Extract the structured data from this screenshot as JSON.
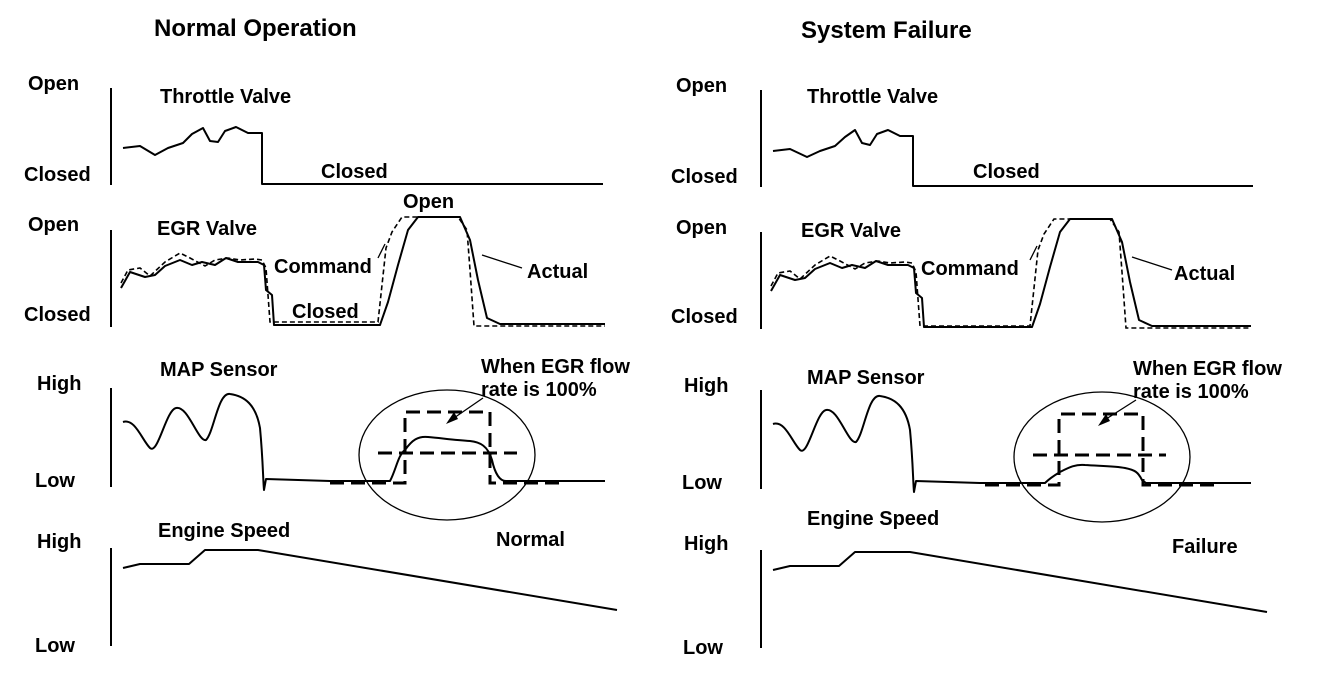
{
  "panels": [
    {
      "title": "Normal Operation",
      "rows": {
        "throttle": {
          "label": "Throttle Valve",
          "top": "Open",
          "bottom": "Closed",
          "note": "Closed"
        },
        "egr": {
          "label": "EGR Valve",
          "top": "Open",
          "bottom": "Closed",
          "open_note": "Open",
          "closed_note": "Closed",
          "command": "Command",
          "actual": "Actual"
        },
        "map": {
          "label": "MAP Sensor",
          "top": "High",
          "bottom": "Low",
          "callout": "When EGR flow",
          "callout2": "rate is 100%",
          "status": "Normal"
        },
        "speed": {
          "label": "Engine Speed",
          "top": "High",
          "bottom": "Low"
        }
      }
    },
    {
      "title": "System Failure",
      "rows": {
        "throttle": {
          "label": "Throttle Valve",
          "top": "Open",
          "bottom": "Closed",
          "note": "Closed"
        },
        "egr": {
          "label": "EGR Valve",
          "top": "Open",
          "bottom": "Closed",
          "command": "Command",
          "actual": "Actual"
        },
        "map": {
          "label": "MAP Sensor",
          "top": "High",
          "bottom": "Low",
          "callout": "When EGR flow",
          "callout2": "rate is 100%",
          "status": "Failure"
        },
        "speed": {
          "label": "Engine Speed",
          "top": "High",
          "bottom": "Low"
        }
      }
    }
  ]
}
